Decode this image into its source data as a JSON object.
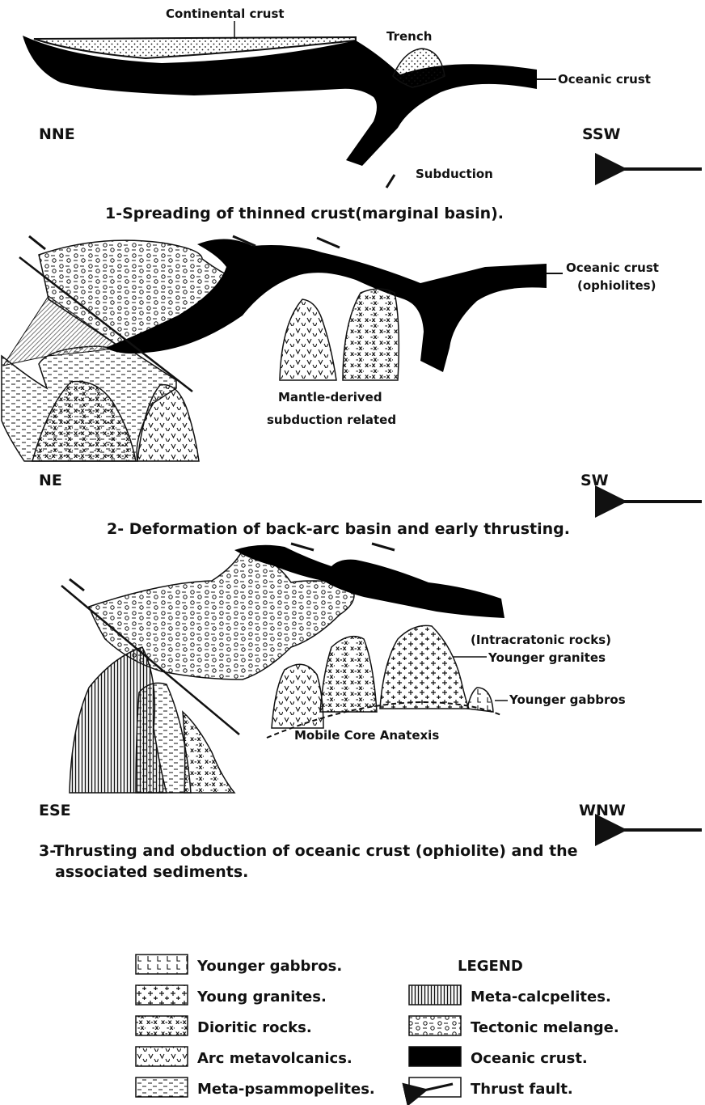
{
  "colors": {
    "ink": "#111111",
    "paper": "#ffffff",
    "oceanic_crust": "#000000",
    "hatch": "#6f6f6f"
  },
  "panel1": {
    "continental_crust": "Continental crust",
    "trench": "Trench",
    "oceanic_crust": "Oceanic crust",
    "subduction": "Subduction",
    "left_direction": "NNE",
    "right_direction": "SSW",
    "caption": "1-Spreading of thinned crust(marginal basin)."
  },
  "panel2": {
    "oceanic_crust": "Oceanic crust",
    "ophiolites": "(ophiolites)",
    "mantle_line1": "Mantle-derived",
    "mantle_line2": "subduction related",
    "left_direction": "NE",
    "right_direction": "SW",
    "caption": "2- Deformation of back-arc basin and early thrusting."
  },
  "panel3": {
    "intracratonic": "(Intracratonic rocks)",
    "younger_granites": "Younger granites",
    "younger_gabbros": "Younger gabbros",
    "mobile_core": "Mobile Core Anatexis",
    "left_direction": "ESE",
    "right_direction": "WNW",
    "caption_line1": "3-Thrusting and obduction of oceanic crust (ophiolite) and the",
    "caption_line2": "associated sediments."
  },
  "legend": {
    "title": "LEGEND",
    "left_items": [
      {
        "icon": "gabbro-pattern-icon",
        "label": "Younger gabbros."
      },
      {
        "icon": "granite-pattern-icon",
        "label": "Young granites."
      },
      {
        "icon": "diorite-pattern-icon",
        "label": "Dioritic rocks."
      },
      {
        "icon": "metavolcanic-pattern-icon",
        "label": "Arc metavolcanics."
      },
      {
        "icon": "psammopelite-pattern-icon",
        "label": "Meta-psammopelites."
      }
    ],
    "right_items": [
      {
        "icon": "calcpelite-pattern-icon",
        "label": "Meta-calcpelites."
      },
      {
        "icon": "melange-pattern-icon",
        "label": "Tectonic melange."
      },
      {
        "icon": "oceanic-crust-swatch-icon",
        "label": "Oceanic crust."
      },
      {
        "icon": "thrust-fault-arrow-icon",
        "label": "Thrust fault."
      }
    ]
  }
}
